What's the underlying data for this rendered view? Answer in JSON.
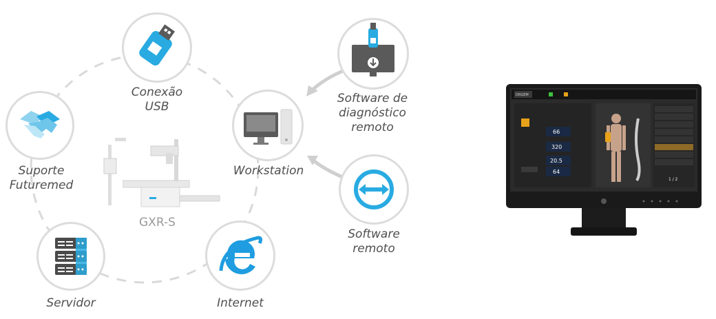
{
  "nodes": {
    "usb": {
      "line1": "Conexão",
      "line2": "USB",
      "icon": "usb-drive-icon"
    },
    "workstation": {
      "line1": "Workstation",
      "icon": "workstation-icon"
    },
    "support": {
      "line1": "Suporte",
      "line2": "Futuremed",
      "icon": "handshake-icon"
    },
    "server": {
      "line1": "Servidor",
      "icon": "server-icon"
    },
    "internet": {
      "line1": "Internet",
      "icon": "internet-explorer-icon"
    },
    "remote_diag": {
      "line1": "Software de",
      "line2": "diagnóstico",
      "line3": "remoto",
      "icon": "monitor-download-icon"
    },
    "remote_sw": {
      "line1": "Software",
      "line2": "remoto",
      "icon": "remote-arrows-icon"
    }
  },
  "device": {
    "model": "GXR-S"
  },
  "monitor": {
    "brand_tab": "DRGEM",
    "fields": [
      "66",
      "320",
      "20.5",
      "64"
    ],
    "pager": "1 / 2",
    "colors": {
      "bezel": "#1a1a1a",
      "screen": "#2b2b2b",
      "accent": "#e8a21a"
    }
  },
  "colors": {
    "icon_blue": "#29abe2",
    "ring": "#dcdcdc",
    "label": "#4f4f4f",
    "arrow": "#cfcfcf"
  }
}
